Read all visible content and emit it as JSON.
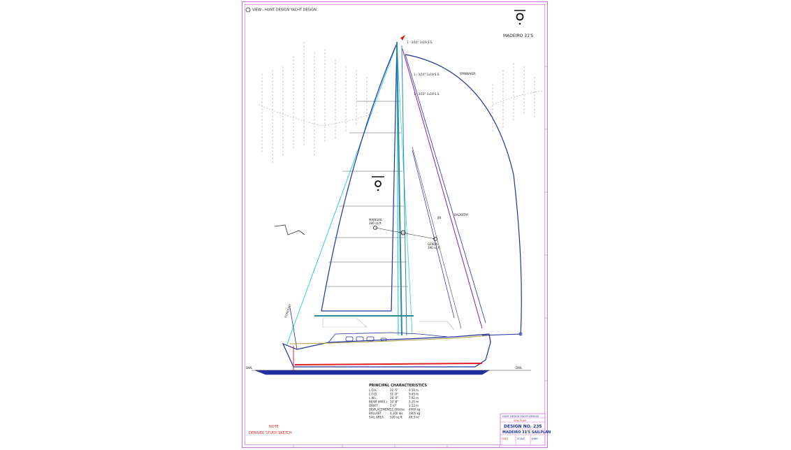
{
  "sheet": {
    "header_credit": "VIEW - HUNT DESIGN YACHT DESIGN",
    "top_right_title": "MADEIRO 31'5",
    "note_title": "NOTE",
    "note_text": "DERIVED STUDY SKETCH"
  },
  "labels": {
    "mast_label_1": "1 - 3/16\" 1x19 S.S.",
    "mast_label_2": "1 - 3/16\" 1x19 S.S.",
    "mast_label_3": "1 - 3/16\" 1x19 S.S.",
    "spinnaker_label": "SPINNAKER",
    "mainsail_label": "MAINSAIL",
    "mainsail_area": "280 sq ft",
    "genoa_label": "GENOA",
    "genoa_area": "390 sq ft",
    "jib_label": "JIB",
    "forestay_label": "FORESTAY",
    "backstay_label": "BACKSTAY",
    "dwl_left": "DWL",
    "dwl_right": "DWL"
  },
  "characteristics": {
    "title": "PRINCIPAL CHARACTERISTICS",
    "rows": [
      {
        "name": "L.O.A.",
        "imperial": "31'-5\"",
        "metric": "9.58 m"
      },
      {
        "name": "L.O.D.",
        "imperial": "31'-0\"",
        "metric": "9.45 m"
      },
      {
        "name": "L.W.L.",
        "imperial": "26'-0\"",
        "metric": "7.92 m"
      },
      {
        "name": "BEAM (MAX.)",
        "imperial": "10'-8\"",
        "metric": "3.25 m"
      },
      {
        "name": "DRAFT",
        "imperial": "5'-0\"",
        "metric": "1.52 m"
      },
      {
        "name": "DISPLACEMENT",
        "imperial": "11,000 lbs",
        "metric": "4990 kg"
      },
      {
        "name": "BALLAST",
        "imperial": "4,200 lbs",
        "metric": "1905 kg"
      },
      {
        "name": "SAIL AREA",
        "imperial": "520 sq ft",
        "metric": "48.3 m²"
      }
    ]
  },
  "title_block": {
    "row1": "HUNT DESIGN YACHT DESIGN",
    "row2": "SAIL PLAN",
    "row3": "DESIGN NO. 235",
    "row4": "MADEIRO 31'5 SAILPLAN",
    "row5a": "DATE",
    "row5b": "SCALE",
    "row5c": "DWG"
  },
  "colors": {
    "sail_blue": "#2030a0",
    "stay_cyan": "#30d0e0",
    "stay_purple": "#8020a0",
    "hull_red": "#e02020",
    "deck_olive": "#b0a040",
    "sheet_border": "#d070e0"
  }
}
